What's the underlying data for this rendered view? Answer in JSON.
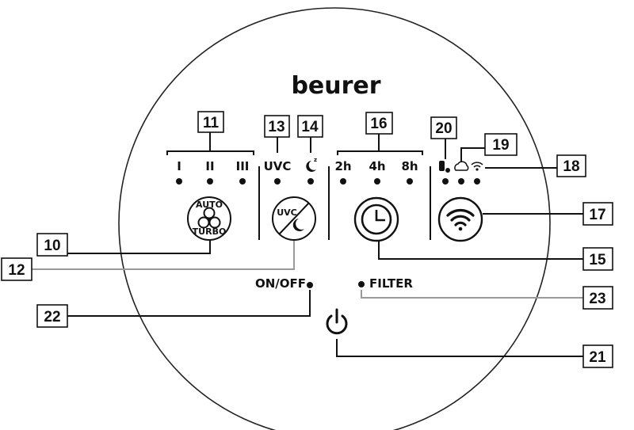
{
  "brand": "beurer",
  "fan_speeds": [
    "I",
    "II",
    "III"
  ],
  "uvc_label": "UVC",
  "timer_labels": [
    "2h",
    "4h",
    "8h"
  ],
  "power_labels": {
    "on_off": "ON/OFF",
    "filter": "FILTER"
  },
  "fan_button_text": {
    "top": "AUTO",
    "bottom": "TURBO"
  },
  "uvc_button_text": "UVC",
  "callouts": {
    "c10": "10",
    "c11": "11",
    "c12": "12",
    "c13": "13",
    "c14": "14",
    "c15": "15",
    "c16": "16",
    "c17": "17",
    "c18": "18",
    "c19": "19",
    "c20": "20",
    "c21": "21",
    "c22": "22",
    "c23": "23"
  }
}
